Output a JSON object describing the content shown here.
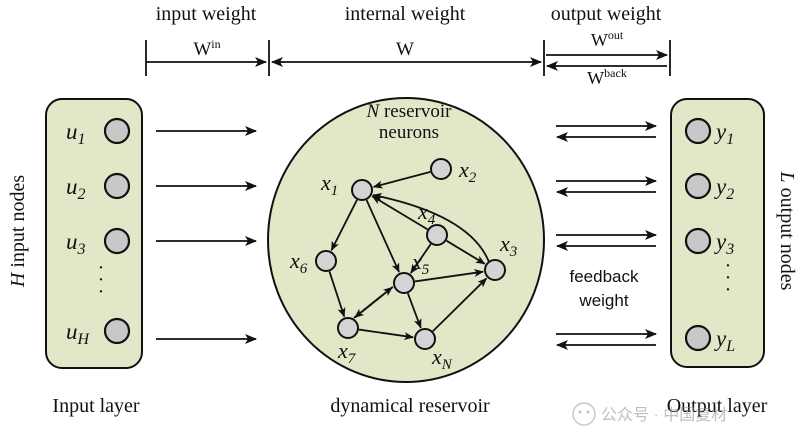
{
  "header": {
    "input_weight": "input weight",
    "internal_weight": "internal weight",
    "output_weight": "output weight",
    "w_in": "W",
    "w_in_sup": "in",
    "w": "W",
    "w_out": "W",
    "w_out_sup": "out",
    "w_back": "W",
    "w_back_sup": "back"
  },
  "input_layer": {
    "side_label_var": "H",
    "side_label_text": " input nodes",
    "nodes": [
      {
        "var": "u",
        "sub": "1"
      },
      {
        "var": "u",
        "sub": "2"
      },
      {
        "var": "u",
        "sub": "3"
      },
      {
        "var": "u",
        "sub": "H"
      }
    ],
    "ellipsis": "·",
    "footer": "Input layer"
  },
  "reservoir": {
    "title_var": "N",
    "title_line1": " reservoir",
    "title_line2": "neurons",
    "footer": "dynamical reservoir",
    "neurons": [
      {
        "id": "x1",
        "var": "x",
        "sub": "1"
      },
      {
        "id": "x2",
        "var": "x",
        "sub": "2"
      },
      {
        "id": "x3",
        "var": "x",
        "sub": "3"
      },
      {
        "id": "x4",
        "var": "x",
        "sub": "4"
      },
      {
        "id": "x5",
        "var": "x",
        "sub": "5"
      },
      {
        "id": "x6",
        "var": "x",
        "sub": "6"
      },
      {
        "id": "x7",
        "var": "x",
        "sub": "7"
      },
      {
        "id": "xN",
        "var": "x",
        "sub": "N"
      }
    ],
    "fill_color": "#e3e7c8"
  },
  "feedback": {
    "line1": "feedback",
    "line2": "weight"
  },
  "output_layer": {
    "side_label_var": "L",
    "side_label_text": " output nodes",
    "nodes": [
      {
        "var": "y",
        "sub": "1"
      },
      {
        "var": "y",
        "sub": "2"
      },
      {
        "var": "y",
        "sub": "3"
      },
      {
        "var": "y",
        "sub": "L"
      }
    ],
    "ellipsis": "·",
    "footer": "Output layer"
  },
  "watermark": "公众号 · 中国复材"
}
